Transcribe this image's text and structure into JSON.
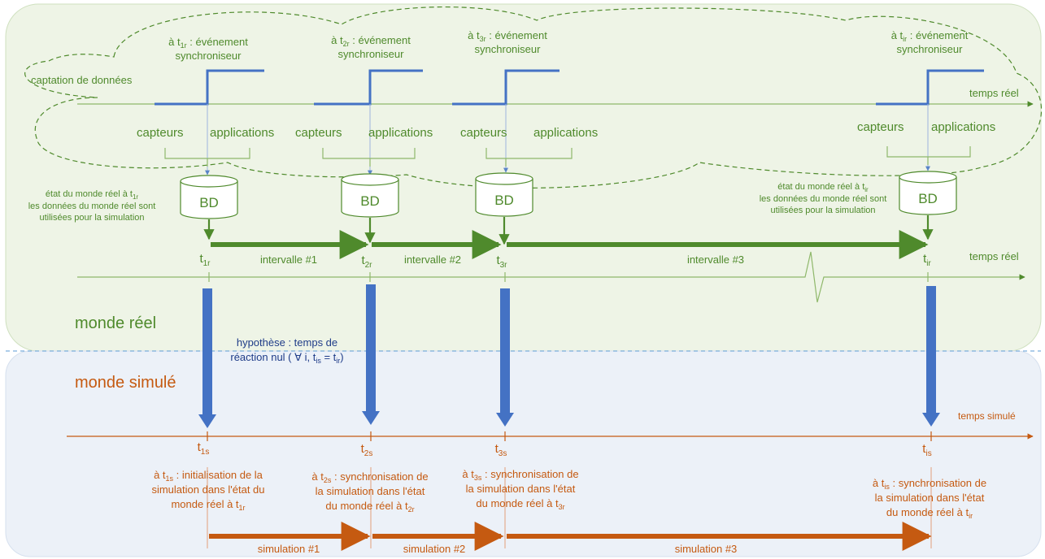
{
  "sync_events": [
    {
      "pre": "à t",
      "sub": "1r",
      "post": " : événement",
      "line2": "synchroniseur"
    },
    {
      "pre": "à t",
      "sub": "2r",
      "post": " : événement",
      "line2": "synchroniseur"
    },
    {
      "pre": "à t",
      "sub": "3r",
      "post": " : événement",
      "line2": "synchroniseur"
    },
    {
      "pre": "à t",
      "sub": "ir",
      "post": " : événement",
      "line2": "synchroniseur"
    }
  ],
  "data_capture_label": "captation de données",
  "real_time_top_label": "temps réel",
  "real_time_label": "temps réel",
  "sim_time_label": "temps simulé",
  "sources": [
    {
      "sensors": "capteurs",
      "apps": "applications"
    },
    {
      "sensors": "capteurs",
      "apps": "applications"
    },
    {
      "sensors": "capteurs",
      "apps": "applications"
    },
    {
      "sensors": "capteurs",
      "apps": "applications"
    }
  ],
  "db_label": "BD",
  "state_left": {
    "l1_pre": "état du monde réel à t",
    "l1_sub": "1r",
    "l2": "les données du monde réel sont",
    "l3": "utilisées pour la simulation"
  },
  "state_right": {
    "l1_pre": "état du monde réel à t",
    "l1_sub": "ir",
    "l2": "les données du monde réel sont",
    "l3": "utilisées pour la simulation"
  },
  "real_times": [
    {
      "base": "t",
      "sub": "1r"
    },
    {
      "base": "t",
      "sub": "2r"
    },
    {
      "base": "t",
      "sub": "3r"
    },
    {
      "base": "t",
      "sub": "ir"
    }
  ],
  "sim_times": [
    {
      "base": "t",
      "sub": "1s"
    },
    {
      "base": "t",
      "sub": "2s"
    },
    {
      "base": "t",
      "sub": "3s"
    },
    {
      "base": "t",
      "sub": "is"
    }
  ],
  "intervals": [
    "intervalle #1",
    "intervalle #2",
    "intervalle #3"
  ],
  "simulations": [
    "simulation #1",
    "simulation #2",
    "simulation #3"
  ],
  "real_world_label": "monde réel",
  "sim_world_label": "monde simulé",
  "hypothesis": {
    "l1": "hypothèse : temps de",
    "l2_pre": "réaction nul ( ∀ i, t",
    "l2_sub1": "is",
    "l2_mid": " = t",
    "l2_sub2": "ir",
    "l2_post": ")"
  },
  "sim_notes": [
    {
      "l1_pre": "à t",
      "l1_sub": "1s",
      "l1_post": " : initialisation de la",
      "l2": "simulation dans l'état du",
      "l3_pre": "monde réel à t",
      "l3_sub": "1r"
    },
    {
      "l1_pre": "à t",
      "l1_sub": "2s",
      "l1_post": " : synchronisation de",
      "l2": "la simulation dans l'état",
      "l3_pre": "du monde réel à t",
      "l3_sub": "2r"
    },
    {
      "l1_pre": "à t",
      "l1_sub": "3s",
      "l1_post": " : synchronisation de",
      "l2": "la simulation dans l'état",
      "l3_pre": "du monde réel à t",
      "l3_sub": "3r"
    },
    {
      "l1_pre": "à t",
      "l1_sub": "is",
      "l1_post": " : synchronisation de",
      "l2": "la simulation dans l'état",
      "l3_pre": "du monde réel à t",
      "l3_sub": "ir"
    }
  ],
  "colors": {
    "green": "#4f8a2c",
    "blue": "#4472c4",
    "orange": "#c55a11",
    "navy": "#1f3c88"
  }
}
